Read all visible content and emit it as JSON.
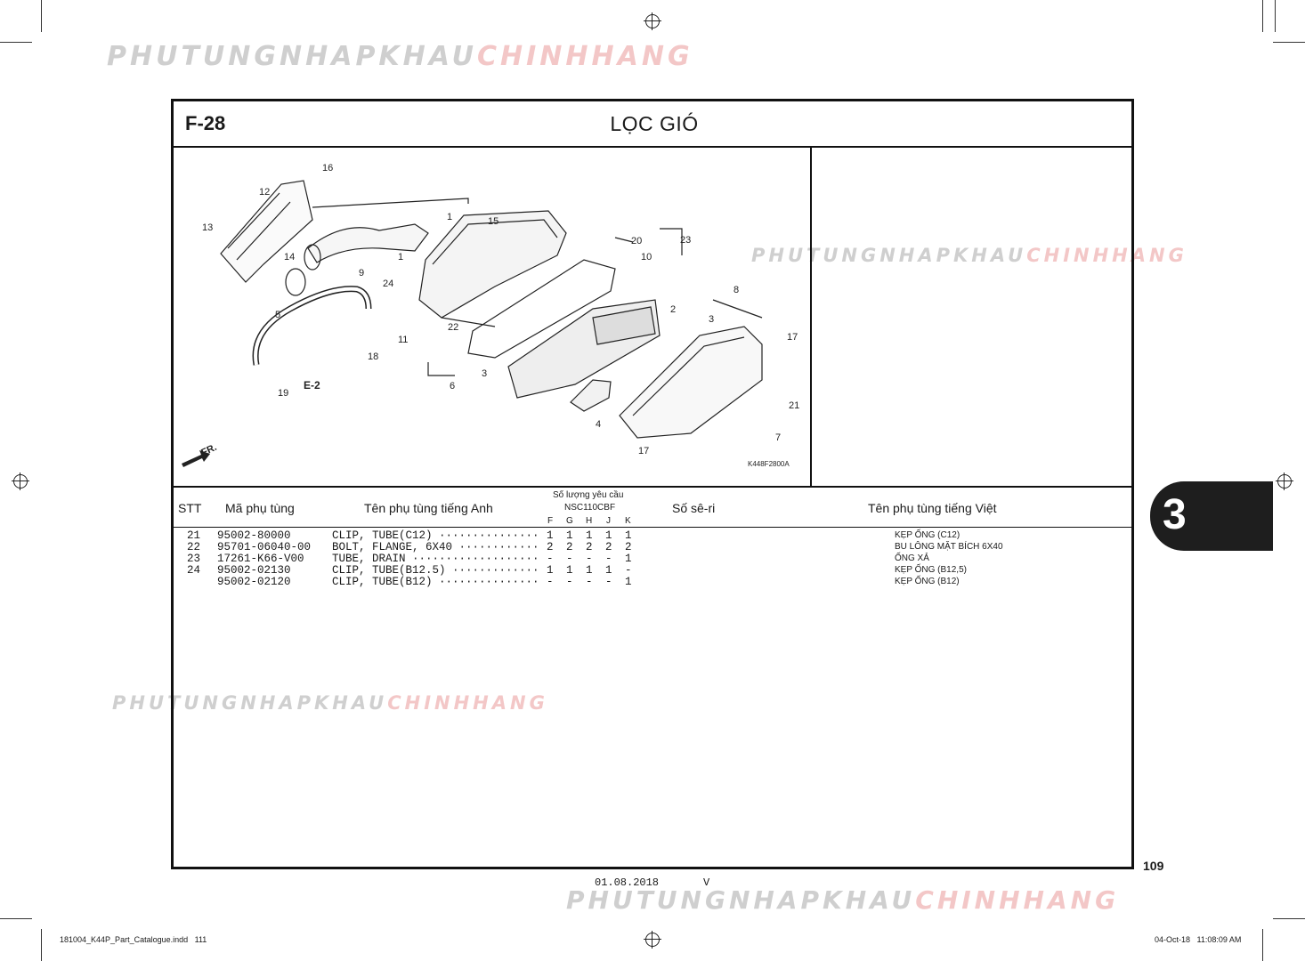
{
  "watermark": {
    "part1": "PHUTUNGNHAPKHAU",
    "part2": "CHINHHANG"
  },
  "page": {
    "figure_id": "F-28",
    "title": "LỌC GIÓ",
    "page_number": "109",
    "section_tab": "3",
    "print_date": "01.08.2018",
    "version": "V"
  },
  "diagram": {
    "code": "K448F2800A",
    "e_ref": "E-2",
    "fr_label": "FR.",
    "callouts": [
      "16",
      "12",
      "13",
      "14",
      "9",
      "1",
      "15",
      "1",
      "24",
      "5",
      "11",
      "18",
      "19",
      "22",
      "6",
      "3",
      "20",
      "23",
      "10",
      "2",
      "8",
      "3",
      "17",
      "4",
      "21",
      "7",
      "17"
    ]
  },
  "table": {
    "headers": {
      "stt": "STT",
      "part_no": "Mã phụ tùng",
      "name_en": "Tên phụ tùng tiếng Anh",
      "qty_group": "Số lượng yêu cầu",
      "model": "NSC110CBF",
      "types": [
        "F",
        "G",
        "H",
        "J",
        "K"
      ],
      "serial": "Số sê-ri",
      "name_vi": "Tên phụ tùng tiếng Việt"
    },
    "rows": [
      {
        "stt": "21",
        "part_no": "95002-80000",
        "name_en": "CLIP, TUBE(C12) ···············",
        "qty": [
          "1",
          "1",
          "1",
          "1",
          "1"
        ],
        "name_vi": "KẸP ỐNG (C12)"
      },
      {
        "stt": "22",
        "part_no": "95701-06040-00",
        "name_en": "BOLT, FLANGE, 6X40 ············",
        "qty": [
          "2",
          "2",
          "2",
          "2",
          "2"
        ],
        "name_vi": "BU LÔNG MẶT BÍCH 6X40"
      },
      {
        "stt": "23",
        "part_no": "17261-K66-V00",
        "name_en": "TUBE, DRAIN ···················",
        "qty": [
          "-",
          "-",
          "-",
          "-",
          "1"
        ],
        "name_vi": "ỐNG XẢ"
      },
      {
        "stt": "24",
        "part_no": "95002-02130",
        "name_en": "CLIP, TUBE(B12.5) ·············",
        "qty": [
          "1",
          "1",
          "1",
          "1",
          "-"
        ],
        "name_vi": "KẸP ỐNG (B12,5)"
      },
      {
        "stt": "",
        "part_no": "95002-02120",
        "name_en": "CLIP, TUBE(B12) ···············",
        "qty": [
          "-",
          "-",
          "-",
          "-",
          "1"
        ],
        "name_vi": "KẸP ỐNG (B12)"
      }
    ]
  },
  "footer": {
    "file": "181004_K44P_Part_Catalogue.indd   111",
    "timestamp": "04-Oct-18   11:08:09 AM"
  }
}
